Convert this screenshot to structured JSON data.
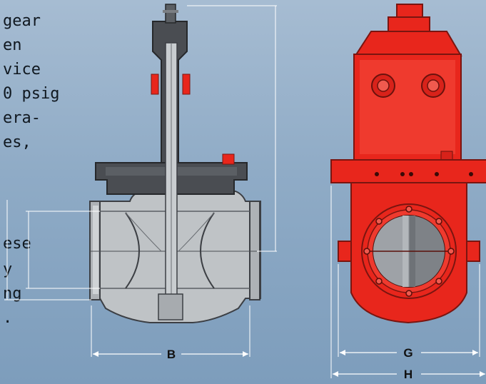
{
  "left_text": {
    "upper_lines": [
      "gear",
      "en",
      "vice",
      "0 psig",
      "era-",
      "es,"
    ],
    "lower_lines": [
      "ese",
      "y",
      "ng",
      "."
    ]
  },
  "dimension_labels": {
    "side_width": "B",
    "front_inner_width": "G",
    "front_outer_width": "H"
  },
  "colors": {
    "background": "#8fabc6",
    "section_steel": "#bfc3c6",
    "section_dark": "#4a4d52",
    "actuator_red": "#e8261c",
    "disc_gray": "#8e9297",
    "dimension_line": "#ffffff"
  },
  "icons": [
    "valve-cross-section-drawing",
    "valve-front-view-drawing"
  ]
}
